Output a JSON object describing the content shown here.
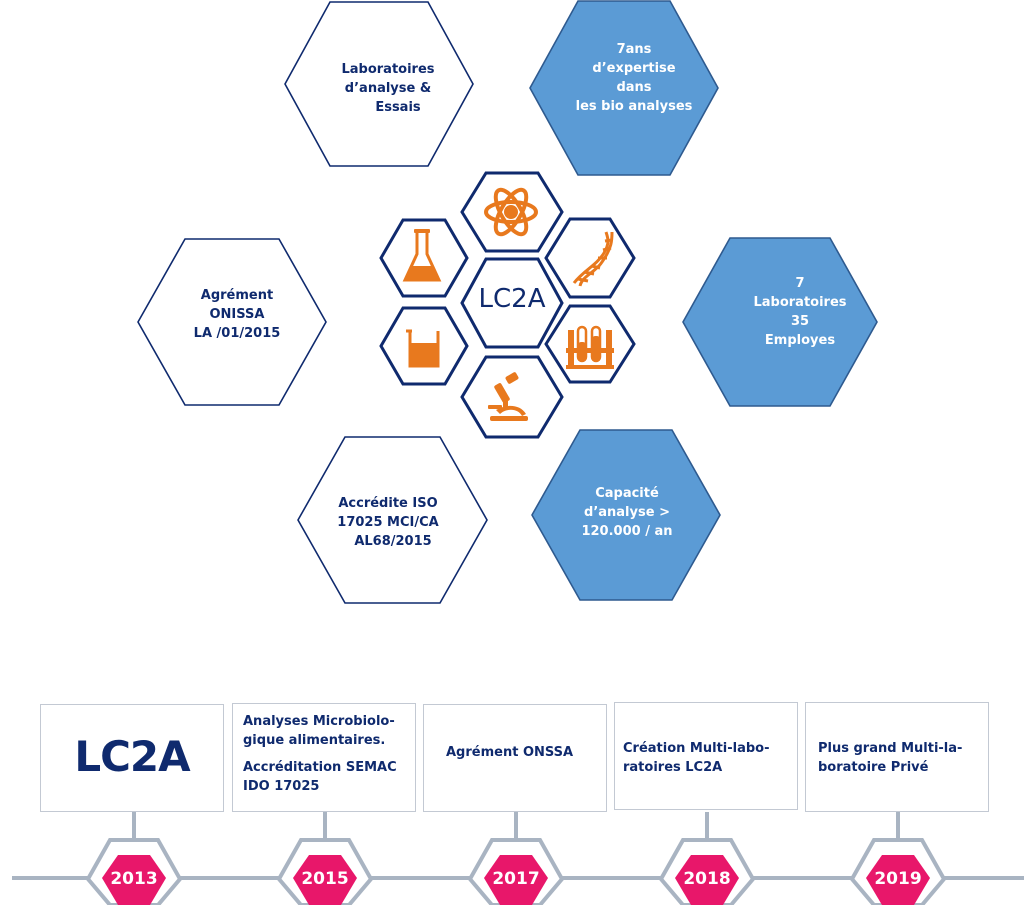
{
  "center": {
    "label": "LC2A"
  },
  "hexagons": {
    "labs_essais": [
      "Laboratoires",
      "d’analyse &",
      "Essais"
    ],
    "expertise": [
      "7ans",
      "d’expertise",
      "dans",
      "les bio analyses"
    ],
    "agrement": [
      "Agrément",
      "ONISSA",
      "LA /01/2015"
    ],
    "labs_count": [
      "7",
      "Laboratoires",
      "35",
      "Employes"
    ],
    "accredite": [
      "Accrédite ISO",
      "17025 MCI/CA",
      "AL68/2015"
    ],
    "capacite": [
      "Capacité",
      "d’analyse >",
      "120.000 / an"
    ]
  },
  "icons": [
    "atom-icon",
    "dna-icon",
    "test-tubes-icon",
    "microscope-icon",
    "beaker-icon",
    "flask-icon"
  ],
  "timeline": {
    "boxes": [
      {
        "logo": "LC2A"
      },
      {
        "lines": [
          "Analyses Microbiolo-",
          "gique alimentaires."
        ],
        "lines2": [
          "Accréditation  SEMAC",
          "IDO 17025"
        ]
      },
      {
        "lines": [
          "Agrément ONSSA"
        ]
      },
      {
        "lines": [
          "Création Multi-labo-",
          "ratoires LC2A"
        ]
      },
      {
        "lines": [
          "Plus grand Multi-la-",
          "boratoire Privé"
        ]
      }
    ],
    "years": [
      "2013",
      "2015",
      "2017",
      "2018",
      "2019"
    ]
  },
  "colors": {
    "navy": "#0f2a6e",
    "blue_fill": "#5b9bd5",
    "blue_stroke": "#2e5a8f",
    "orange": "#e8791e",
    "pink": "#e8176a",
    "gray": "#a9b4c2"
  }
}
